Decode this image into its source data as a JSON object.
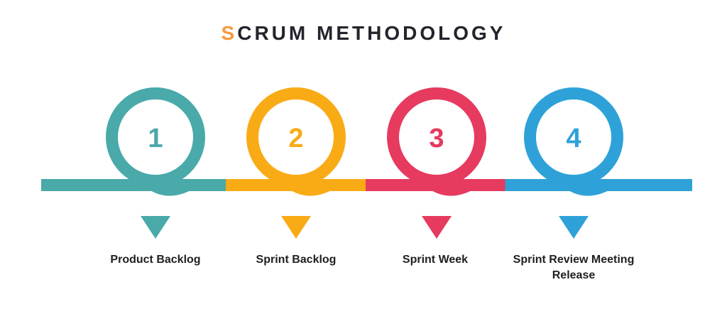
{
  "title": {
    "first_letter": "S",
    "rest": "CRUM METHODOLOGY",
    "accent_color": "#F6993B",
    "text_color": "#23242D"
  },
  "steps": [
    {
      "number": "1",
      "label": "Product Backlog",
      "color": "#4AA9A9"
    },
    {
      "number": "2",
      "label": "Sprint Backlog",
      "color": "#F9AB16"
    },
    {
      "number": "3",
      "label": "Sprint Week",
      "color": "#E63A5F"
    },
    {
      "number": "4",
      "label": "Sprint Review Meeting Release",
      "color": "#2EA2D8"
    }
  ]
}
